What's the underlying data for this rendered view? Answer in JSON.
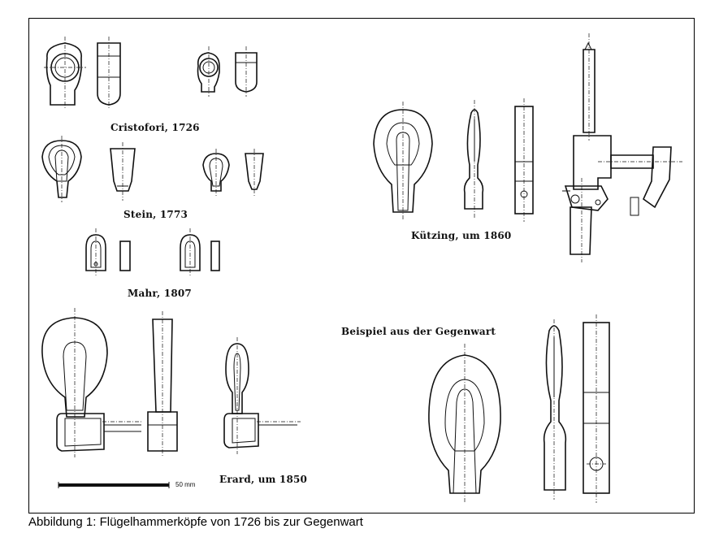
{
  "labels": {
    "cristofori": "Cristofori, 1726",
    "stein": "Stein, 1773",
    "mahr": "Mahr, 1807",
    "erard": "Erard, um 1850",
    "kuetzing": "Kützing, um 1860",
    "gegenwart": "Beispiel aus der Gegenwart"
  },
  "scale_label": "50 mm",
  "caption": "Abbildung 1: Flügelhammerköpfe von 1726 bis zur Gegenwart"
}
